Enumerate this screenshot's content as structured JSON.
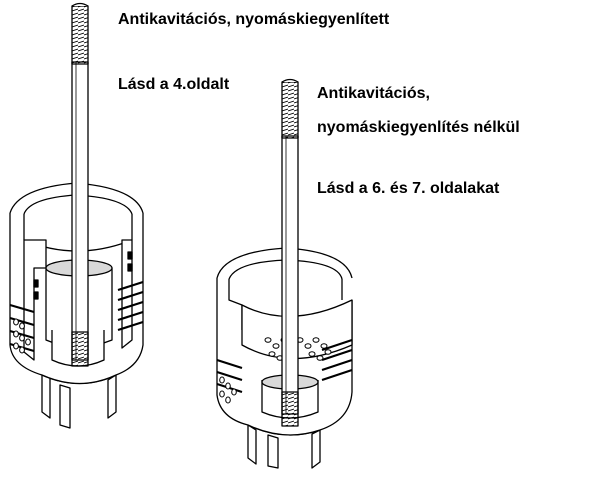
{
  "labels": {
    "valve_a_title": "Antikavitációs, nyomáskiegyenlített",
    "valve_a_ref": "Lásd a 4.oldalt",
    "valve_b_title_line1": "Antikavitációs,",
    "valve_b_title_line2": "nyomáskiegyenlítés nélkül",
    "valve_b_ref": "Lásd a 6. és 7. oldalakat"
  },
  "colors": {
    "ink": "#000000",
    "paper": "#ffffff",
    "tone": "#d9d9d9"
  }
}
